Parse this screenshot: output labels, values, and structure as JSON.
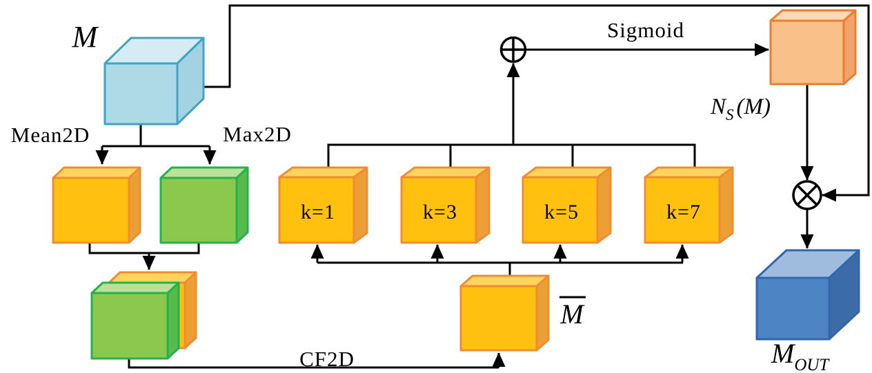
{
  "labels": {
    "input_tensor": "M",
    "mean_pool": "Mean2D",
    "max_pool": "Max2D",
    "concat_conv": "CF2D",
    "fused_tensor": "M",
    "kernels": [
      "k=1",
      "k=3",
      "k=5",
      "k=7"
    ],
    "sigmoid": "Sigmoid",
    "attention_map": {
      "base": "N",
      "sub": "S",
      "rest": "(M)"
    },
    "output_tensor": {
      "base": "M",
      "sub": "OUT"
    }
  },
  "operators": {
    "add_icon": "circled-plus",
    "multiply_icon": "circled-times"
  },
  "colors": {
    "background": "#FFFFFF",
    "line": "#000000",
    "input_cube": {
      "face": "#AED9E7",
      "top": "#D6ECF4",
      "side": "#A3D2E1",
      "border": "#3FA5C2"
    },
    "orange_cube": {
      "face": "#FFC010",
      "top": "#FFD55E",
      "side": "#EC9F35",
      "border": "#EF8D35"
    },
    "green_cube": {
      "face": "#8CC84D",
      "top": "#BCE09A",
      "side": "#57BA4A",
      "border": "#24B24D"
    },
    "sigmoid_cube": {
      "face": "#F9C089",
      "top": "#FBD8B7",
      "side": "#F1A368",
      "border": "#EC7E2F"
    },
    "output_cube": {
      "face": "#4D85C4",
      "top": "#9FBCDF",
      "side": "#3C6CA8",
      "border": "#2F66AC"
    }
  }
}
